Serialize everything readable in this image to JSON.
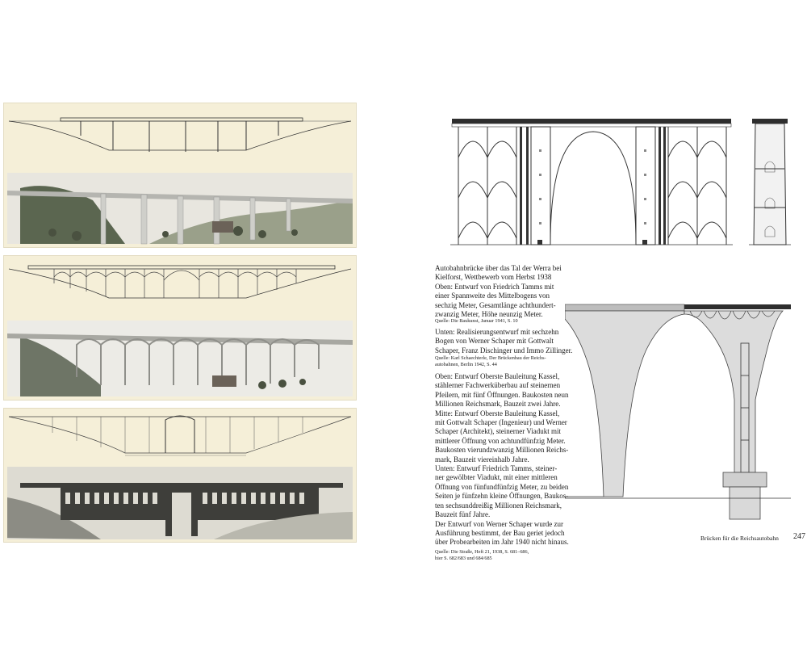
{
  "caption_main": {
    "lines": [
      "Autobahnbrücke über das Tal der Werra bei",
      "Kielforst, Wettbewerb vom Herbst 1938",
      "Oben: Entwurf von Friedrich Tamms mit",
      "einer Spannweite des Mittelbogens von",
      "sechzig Meter, Gesamtlänge achthundert-",
      "zwanzig Meter, Höhe neunzig Meter."
    ]
  },
  "source_1": {
    "lines": [
      "Quelle: Die Baukunst, Januar 1941, S. 10"
    ]
  },
  "caption_unten": {
    "lines": [
      "Unten: Realisierungsentwurf mit sechzehn",
      "Bogen von Werner Schaper mit Gottwalt",
      "Schaper, Franz Dischinger und Immo Zillinger."
    ]
  },
  "source_2": {
    "lines": [
      "Quelle: Karl Schaechterle, Der Brückenbau der Reichs-",
      "autobahnen, Berlin 1942, S. 44"
    ]
  },
  "caption_comparison": {
    "lines": [
      "Oben: Entwurf Oberste Bauleitung Kassel,",
      "stählerner Fachwerküberbau auf steinernen",
      "Pfeilern, mit fünf Öffnungen. Baukosten neun",
      "Millionen Reichsmark, Bauzeit zwei Jahre.",
      "Mitte: Entwurf Oberste Bauleitung Kassel,",
      "mit Gottwalt Schaper (Ingenieur) und Werner",
      "Schaper (Architekt), steinerner Viadukt mit",
      "mittlerer Öffnung von achtundfünfzig Meter.",
      "Baukosten vierundzwanzig Millionen Reichs-",
      "mark, Bauzeit viereinhalb Jahre.",
      "Unten: Entwurf Friedrich Tamms, steiner-",
      "ner gewölbter Viadukt, mit einer mittleren",
      "Öffnung von fünfundfünfzig Meter, zu beiden",
      "Seiten je fünfzehn kleine Öffnungen, Baukos-",
      "ten sechsunddreißig Millionen Reichsmark,",
      "Bauzeit fünf Jahre.",
      "Der Entwurf von Werner Schaper wurde zur",
      "Ausführung bestimmt, der Bau geriet jedoch",
      "über Probearbeiten im Jahr 1940 nicht hinaus."
    ]
  },
  "source_3": {
    "lines": [
      "Quelle: Die Straße, Heft 21, 1938, S. 681–686,",
      "hier S. 682/683 und 684/685"
    ]
  },
  "footer": {
    "title": "Brücken für die Reichsautobahn",
    "page_number": "247"
  },
  "colors": {
    "paper": "#f5efd8",
    "ink": "#2a2a2a",
    "page": "#ffffff"
  }
}
